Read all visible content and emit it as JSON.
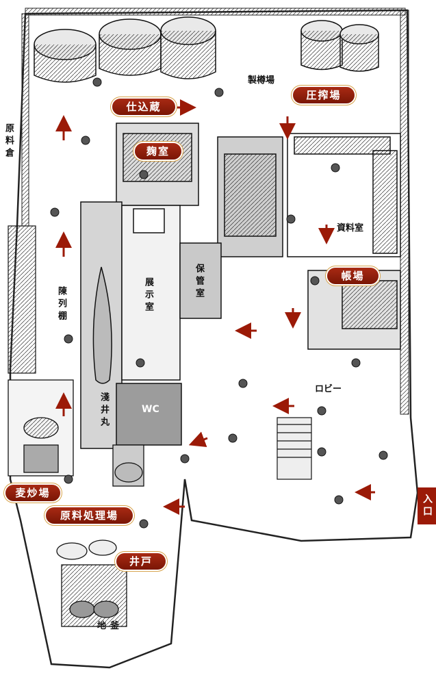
{
  "areas": {
    "shikomi": "仕込蔵",
    "seitaru": "製樽場",
    "assaku": "圧搾場",
    "genryo_gura": "原料倉",
    "koji": "麹室",
    "shiryo": "資料室",
    "tenji": "展示室",
    "hokan": "保管室",
    "choba": "帳場",
    "chinretsu": "陳列棚",
    "asaimaru": "淺井丸",
    "wc": "WC",
    "lobby": "ロビー",
    "mugi": "麦炒場",
    "genryo_shori": "原料処理場",
    "ido": "井戸",
    "jigama": "地釜",
    "entrance": "入口"
  },
  "colors": {
    "label_fill": "#8f1f0a",
    "arrow": "#9b1a07",
    "line": "#222222"
  }
}
